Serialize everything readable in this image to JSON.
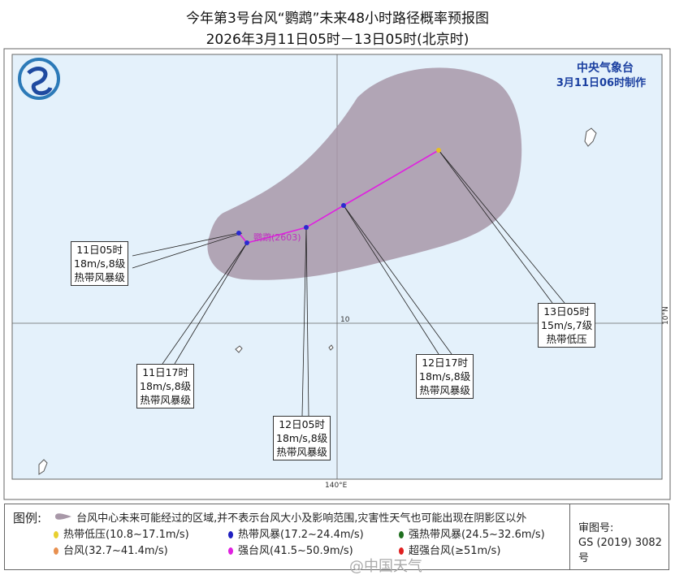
{
  "title": "今年第3号台风“鹦鹉”未来48小时路径概率预报图",
  "subtitle": "2026年3月11日05时－13日05时(北京时)",
  "agency": {
    "name": "中央气象台",
    "made": "3月11日06时制作"
  },
  "typhoon_label": "鹦鹉(2603)",
  "grid": {
    "lat_label": "10",
    "lat_right_label": "10°N",
    "lon_label": "140°E"
  },
  "track_color": "#e020e0",
  "cone_color": "#a898a8",
  "points": [
    {
      "time": "11日05时",
      "wind": "18m/s,8级",
      "level": "热带风暴级",
      "color": "#2a2ad0"
    },
    {
      "time": "11日17时",
      "wind": "18m/s,8级",
      "level": "热带风暴级",
      "color": "#2a2ad0"
    },
    {
      "time": "12日05时",
      "wind": "18m/s,8级",
      "level": "热带风暴级",
      "color": "#2a2ad0"
    },
    {
      "time": "12日17时",
      "wind": "18m/s,8级",
      "level": "热带风暴级",
      "color": "#2a2ad0"
    },
    {
      "time": "13日05时",
      "wind": "15m/s,7级",
      "level": "热带低压",
      "color": "#e8c020"
    }
  ],
  "legend": {
    "title": "图例:",
    "cone_desc": "台风中心未来可能经过的区域,并不表示台风大小及影响范围,灾害性天气也可能出现在阴影区以外",
    "items": [
      {
        "label": "热带低压(10.8~17.1m/s)",
        "color": "#e8d030"
      },
      {
        "label": "热带风暴(17.2~24.4m/s)",
        "color": "#2020c0"
      },
      {
        "label": "强热带风暴(24.5~32.6m/s)",
        "color": "#207020"
      },
      {
        "label": "台风(32.7~41.4m/s)",
        "color": "#e89050"
      },
      {
        "label": "强台风(41.5~50.9m/s)",
        "color": "#e020e0"
      },
      {
        "label": "超强台风(≥51m/s)",
        "color": "#e02020"
      }
    ],
    "review_label": "审图号:",
    "review_no": "GS (2019) 3082号"
  },
  "watermark": "@中国天气"
}
